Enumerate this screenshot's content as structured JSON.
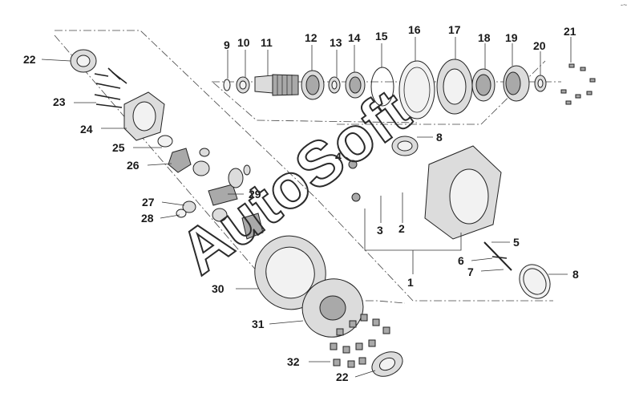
{
  "watermark": "AutoSoft",
  "corner_mark": "-~",
  "callouts": [
    "1",
    "2",
    "3",
    "4",
    "5",
    "6",
    "7",
    "8",
    "8",
    "9",
    "10",
    "11",
    "12",
    "13",
    "14",
    "15",
    "16",
    "17",
    "18",
    "19",
    "20",
    "21",
    "22",
    "22",
    "23",
    "24",
    "25",
    "26",
    "27",
    "28",
    "29",
    "30",
    "31",
    "32"
  ]
}
